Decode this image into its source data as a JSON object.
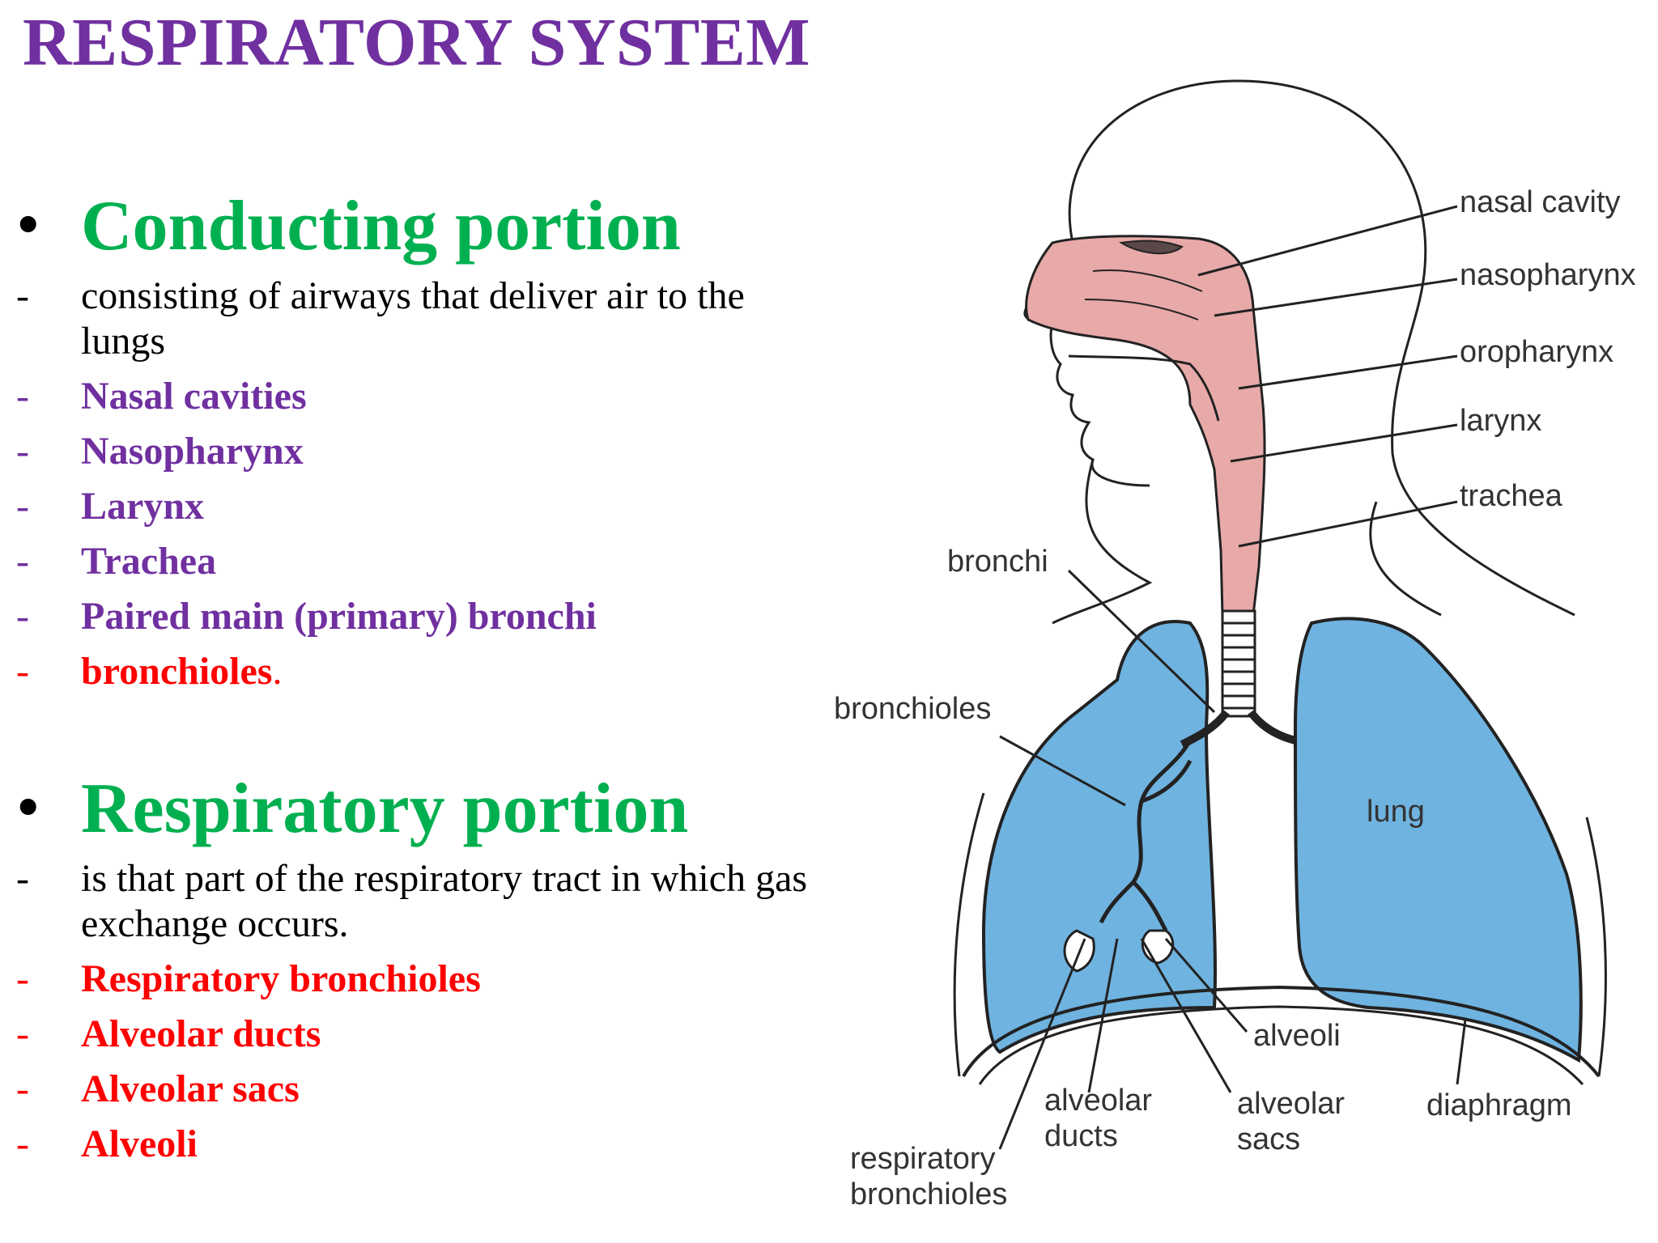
{
  "title": "RESPIRATORY SYSTEM",
  "conducting": {
    "heading": "Conducting portion",
    "description": "consisting of airways that deliver air to the lungs",
    "items": [
      "Nasal cavities",
      "Nasopharynx",
      "Larynx",
      "Trachea",
      "Paired main (primary) bronchi"
    ],
    "last_item": "bronchioles",
    "last_item_suffix": "."
  },
  "respiratory": {
    "heading": "Respiratory portion",
    "description": "is that part of the respiratory tract in which gas exchange occurs.",
    "items": [
      "Respiratory bronchioles",
      "Alveolar ducts",
      "Alveolar sacs",
      "Alveoli"
    ]
  },
  "diagram": {
    "labels": {
      "nasal_cavity": "nasal cavity",
      "nasopharynx": "nasopharynx",
      "oropharynx": "oropharynx",
      "larynx": "larynx",
      "trachea": "trachea",
      "bronchi": "bronchi",
      "bronchioles": "bronchioles",
      "lung": "lung",
      "alveoli": "alveoli",
      "alveolar_ducts_1": "alveolar",
      "alveolar_ducts_2": "ducts",
      "alveolar_sacs_1": "alveolar",
      "alveolar_sacs_2": "sacs",
      "diaphragm": "diaphragm",
      "respiratory_bronchioles_1": "respiratory",
      "respiratory_bronchioles_2": "bronchioles"
    }
  },
  "colors": {
    "title": "#7030a0",
    "heading": "#00b050",
    "purple_item": "#7030a0",
    "red_item": "#ff0000",
    "lung_fill": "#6fb3e0",
    "airway_fill": "#e8a9a9"
  }
}
